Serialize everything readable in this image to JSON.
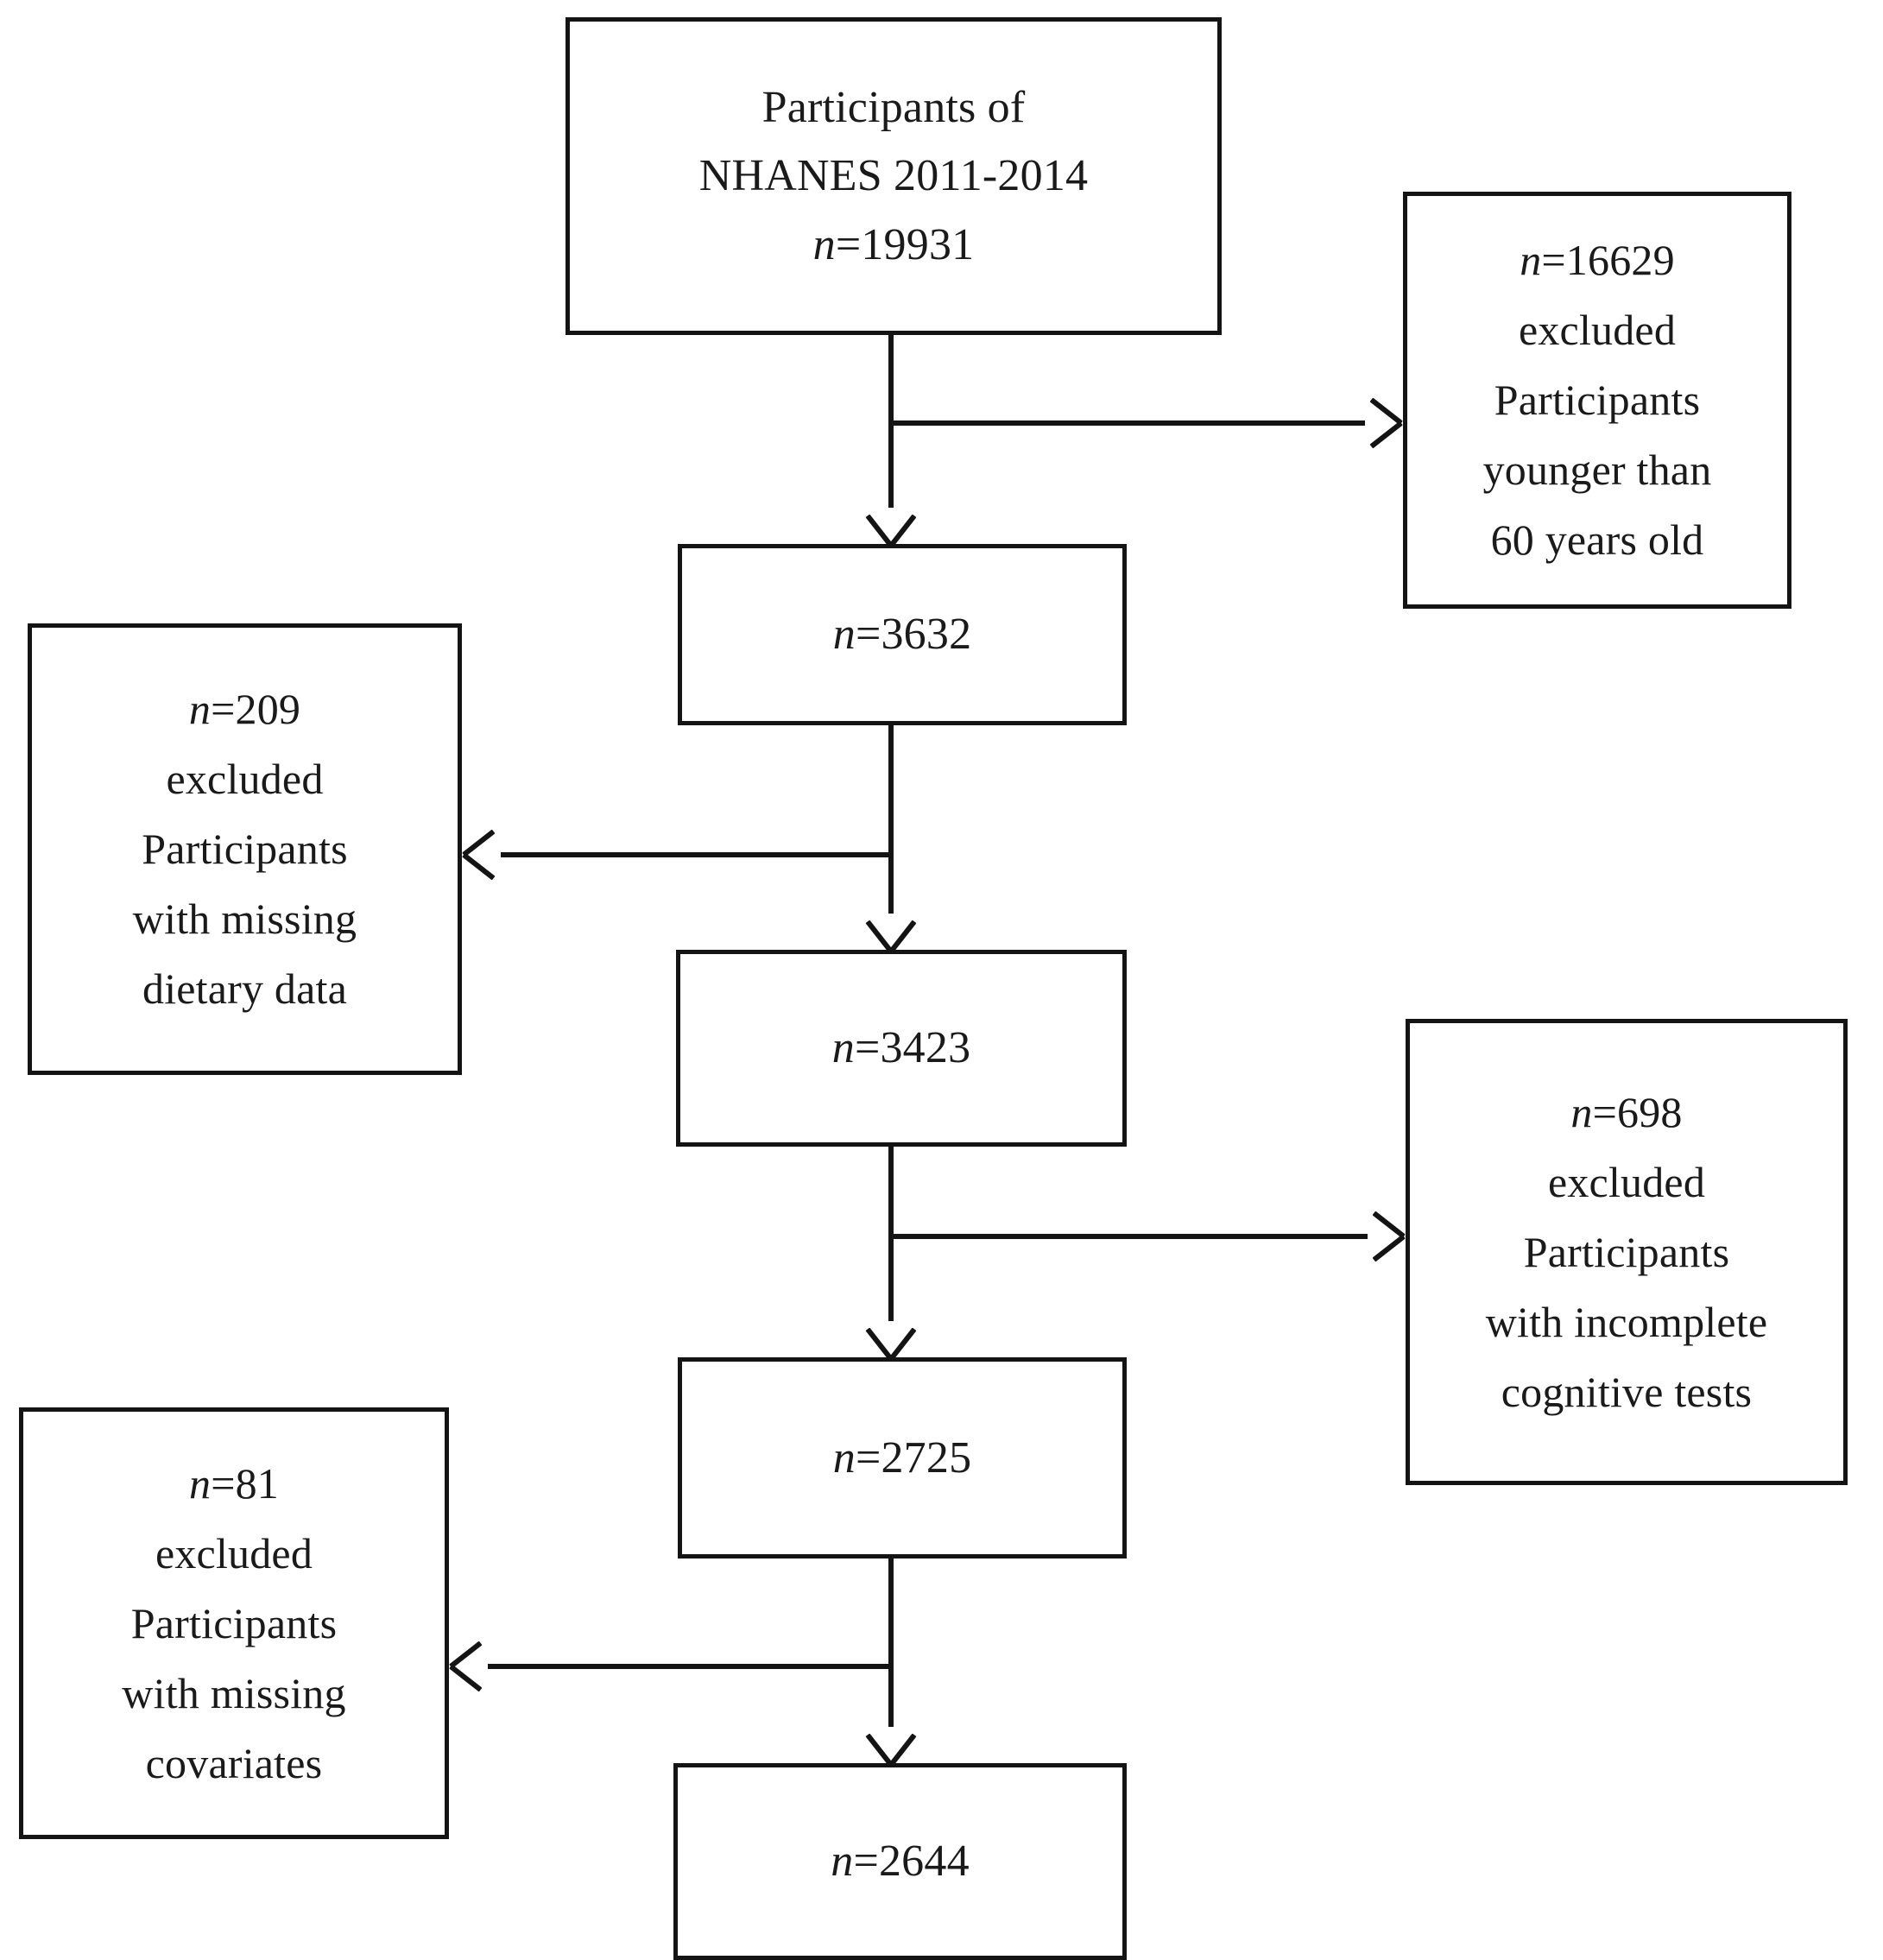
{
  "figure": {
    "type": "participant-selection-flowchart",
    "study": "NHANES 2011-2014 analytic sample derivation"
  },
  "nodes": {
    "main": {
      "line1": "Participants of",
      "line2": "NHANES 2011-2014",
      "n_prefix": "n",
      "n_value": "=19931"
    },
    "exclusion_age": {
      "n_prefix": "n",
      "n_value": "=16629",
      "line2": "excluded",
      "line3": "Participants",
      "line4": "younger than",
      "line5": "60 years old"
    },
    "n3632": {
      "n_prefix": "n",
      "n_value": "=3632"
    },
    "exclusion_diet": {
      "n_prefix": "n",
      "n_value": "=209",
      "line2": "excluded",
      "line3": "Participants",
      "line4": "with missing",
      "line5": "dietary data"
    },
    "n3423": {
      "n_prefix": "n",
      "n_value": "=3423"
    },
    "exclusion_cognitive": {
      "n_prefix": "n",
      "n_value": "=698",
      "line2": "excluded",
      "line3": "Participants",
      "line4": "with incomplete",
      "line5": "cognitive tests"
    },
    "n2725": {
      "n_prefix": "n",
      "n_value": "=2725"
    },
    "exclusion_covariates": {
      "n_prefix": "n",
      "n_value": "=81",
      "line2": "excluded",
      "line3": "Participants",
      "line4": "with missing",
      "line5": "covariates"
    },
    "n2644": {
      "n_prefix": "n",
      "n_value": "=2644"
    }
  },
  "chart_data": {
    "type": "diagram",
    "title": "",
    "flow": [
      {
        "step": 1,
        "label": "Participants of NHANES 2011-2014",
        "n": 19931
      },
      {
        "step": 2,
        "label": "",
        "n": 3632
      },
      {
        "step": 3,
        "label": "",
        "n": 3423
      },
      {
        "step": 4,
        "label": "",
        "n": 2725
      },
      {
        "step": 5,
        "label": "",
        "n": 2644
      }
    ],
    "exclusions": [
      {
        "after_step": 1,
        "n": 16629,
        "reason": "excluded Participants younger than 60 years old",
        "side": "right"
      },
      {
        "after_step": 2,
        "n": 209,
        "reason": "excluded Participants with missing dietary data",
        "side": "left"
      },
      {
        "after_step": 3,
        "n": 698,
        "reason": "excluded Participants with incomplete cognitive tests",
        "side": "right"
      },
      {
        "after_step": 4,
        "n": 81,
        "reason": "excluded Participants with missing covariates",
        "side": "left"
      }
    ]
  },
  "colors": {
    "stroke": "#141414",
    "background": "#ffffff",
    "text": "#1a1a1a"
  }
}
